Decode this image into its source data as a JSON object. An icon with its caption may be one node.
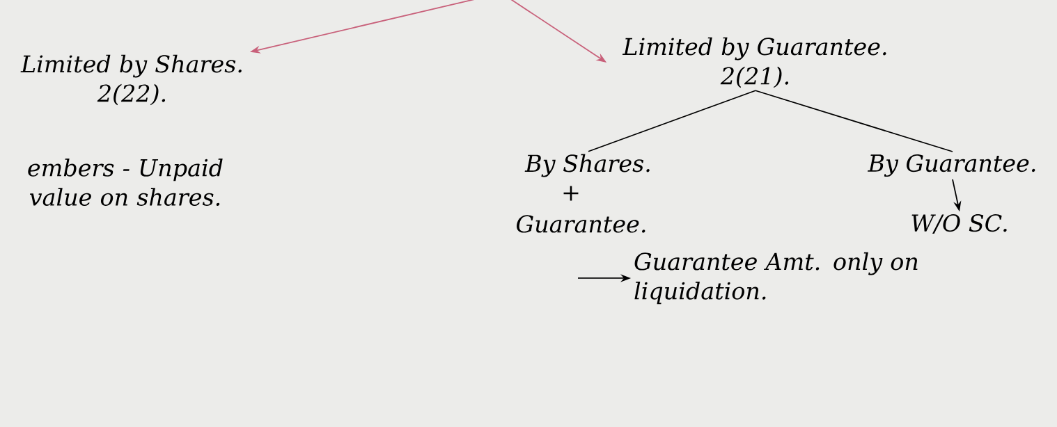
{
  "diagram": {
    "nodes": [
      {
        "text": [
          "Limited by Shares.",
          "2(22)."
        ]
      },
      {
        "text": [
          "Limited by Guarantee.",
          "2(21)."
        ]
      },
      {
        "text": [
          "By Shares."
        ]
      },
      {
        "text": [
          "Guarantee."
        ]
      },
      {
        "text": [
          "By Guarantee."
        ]
      },
      {
        "text": [
          "W/O SC."
        ]
      },
      {
        "text": [
          "Guarantee Amt. only on liquidation."
        ]
      }
    ],
    "edges": [
      {
        "from": null,
        "to": 0,
        "arrow": "to",
        "color": "#c8607a"
      },
      {
        "from": null,
        "to": 1,
        "arrow": "to",
        "color": "#c8607a"
      },
      {
        "from": 1,
        "to": 2,
        "arrow": "none"
      },
      {
        "from": 1,
        "to": 4,
        "arrow": "none"
      },
      {
        "from": 4,
        "to": 5,
        "arrow": "to"
      },
      {
        "from": null,
        "to": 6,
        "arrow": "to"
      }
    ],
    "labels": [
      "+",
      "embers - Unpaid value on shares."
    ]
  }
}
